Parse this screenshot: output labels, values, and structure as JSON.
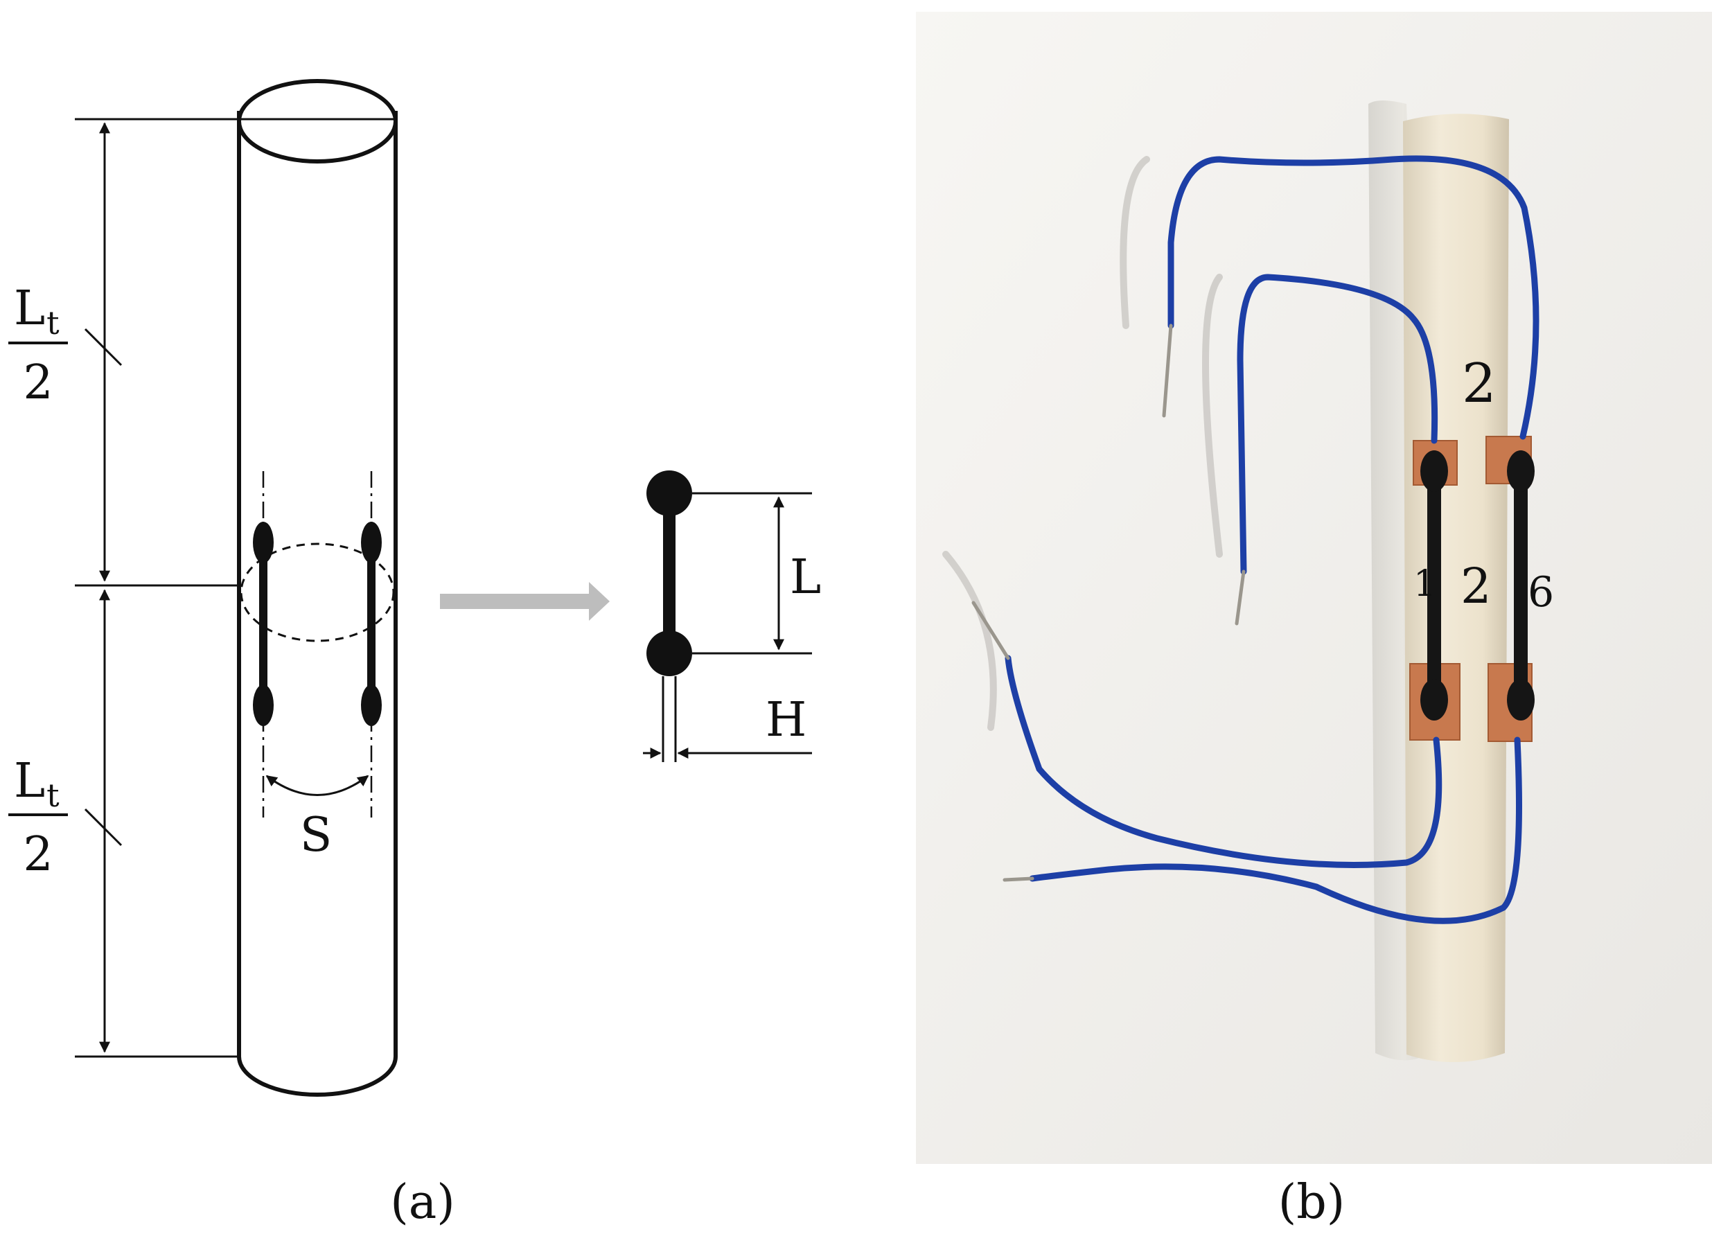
{
  "panel_a": {
    "caption": "(a)",
    "half_length_upper": {
      "numerator": "L",
      "subscript": "t",
      "denominator": "2"
    },
    "half_length_lower": {
      "numerator": "L",
      "subscript": "t",
      "denominator": "2"
    },
    "spacing_label": "S",
    "length_label": "L",
    "width_label": "H"
  },
  "panel_b": {
    "caption": "(b)",
    "handwritten_marks": [
      "2",
      "2",
      "6",
      "1"
    ]
  },
  "colors": {
    "ink": "#111111",
    "arrow": "#bdbdbd",
    "wire": "#1d3fa6",
    "copper": "#c8794e",
    "tube": "#efe6d2",
    "paper": "#f4f3f0"
  }
}
